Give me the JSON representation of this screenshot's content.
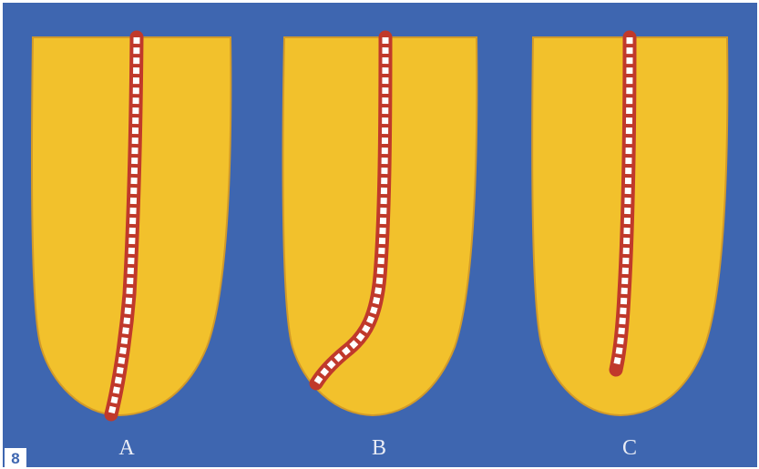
{
  "figure_number": "8",
  "labels": {
    "a": "A",
    "b": "B",
    "c": "C"
  },
  "colors": {
    "background": "#3e66b0",
    "root": "#f2c12c",
    "root_outline": "#d29a29",
    "canal": "#c0392b",
    "filling": "#ffffff"
  }
}
